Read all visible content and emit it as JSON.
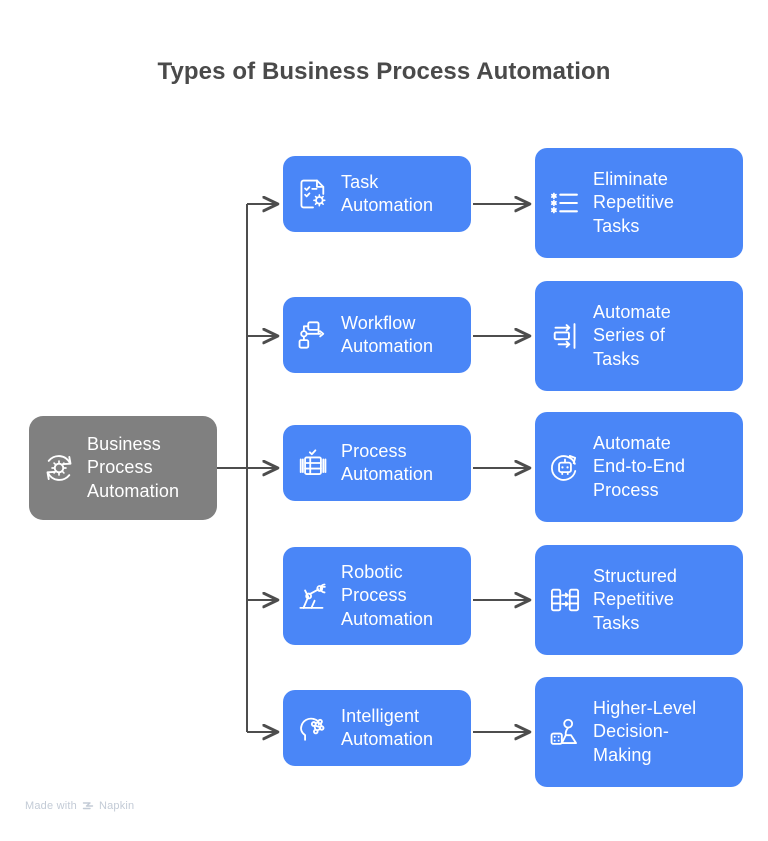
{
  "title": "Types of Business Process Automation",
  "root": {
    "label": "Business\nProcess\nAutomation",
    "icon": "gear-refresh-cycle-icon",
    "color": "#808080"
  },
  "accent_color": "#4a86f7",
  "title_color": "#4a4a4a",
  "connector_color": "#4d4d4d",
  "branches": [
    {
      "type": {
        "label": "Task\nAutomation",
        "icon": "document-checklist-gear-icon"
      },
      "outcome": {
        "label": "Eliminate\nRepetitive\nTasks",
        "icon": "sparkle-list-icon"
      }
    },
    {
      "type": {
        "label": "Workflow\nAutomation",
        "icon": "workflow-nodes-icon"
      },
      "outcome": {
        "label": "Automate\nSeries of\nTasks",
        "icon": "sequence-arrows-icon"
      }
    },
    {
      "type": {
        "label": "Process\nAutomation",
        "icon": "server-rack-check-icon"
      },
      "outcome": {
        "label": "Automate\nEnd-to-End\nProcess",
        "icon": "robot-cycle-icon"
      }
    },
    {
      "type": {
        "label": "Robotic\nProcess\nAutomation",
        "icon": "robotic-arm-icon"
      },
      "outcome": {
        "label": "Structured\nRepetitive\nTasks",
        "icon": "columns-transfer-icon"
      }
    },
    {
      "type": {
        "label": "Intelligent\nAutomation",
        "icon": "ai-brain-head-icon"
      },
      "outcome": {
        "label": "Higher-Level\nDecision-\nMaking",
        "icon": "pawn-dice-icon"
      }
    }
  ],
  "footer": {
    "prefix": "Made with",
    "brand": "Napkin"
  }
}
